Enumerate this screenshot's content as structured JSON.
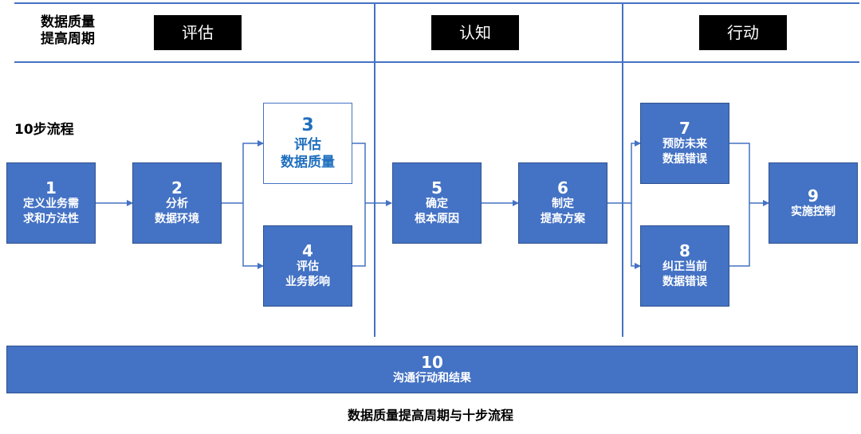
{
  "cycle_title": [
    "数据质量",
    "提高周期"
  ],
  "phases": [
    "评估",
    "认知",
    "行动"
  ],
  "flow_label": "10步流程",
  "steps": [
    {
      "num": "1",
      "lines": [
        "定义业务需",
        "求和方法性"
      ]
    },
    {
      "num": "2",
      "lines": [
        "分析",
        "数据环境"
      ]
    },
    {
      "num": "3",
      "lines": [
        "评估",
        "数据质量"
      ]
    },
    {
      "num": "4",
      "lines": [
        "评估",
        "业务影响"
      ]
    },
    {
      "num": "5",
      "lines": [
        "确定",
        "根本原因"
      ]
    },
    {
      "num": "6",
      "lines": [
        "制定",
        "提高方案"
      ]
    },
    {
      "num": "7",
      "lines": [
        "预防未来",
        "数据错误"
      ]
    },
    {
      "num": "8",
      "lines": [
        "纠正当前",
        "数据错误"
      ]
    },
    {
      "num": "9",
      "lines": [
        "实施控制"
      ]
    },
    {
      "num": "10",
      "lines": [
        "沟通行动和结果"
      ]
    }
  ],
  "caption": "数据质量提高周期与十步流程",
  "colors": {
    "box_fill": "#4472C4",
    "box_border": "#2F528F",
    "line": "#4472C4",
    "step3_text": "#1F6FBE",
    "phase_fill": "#000000"
  }
}
